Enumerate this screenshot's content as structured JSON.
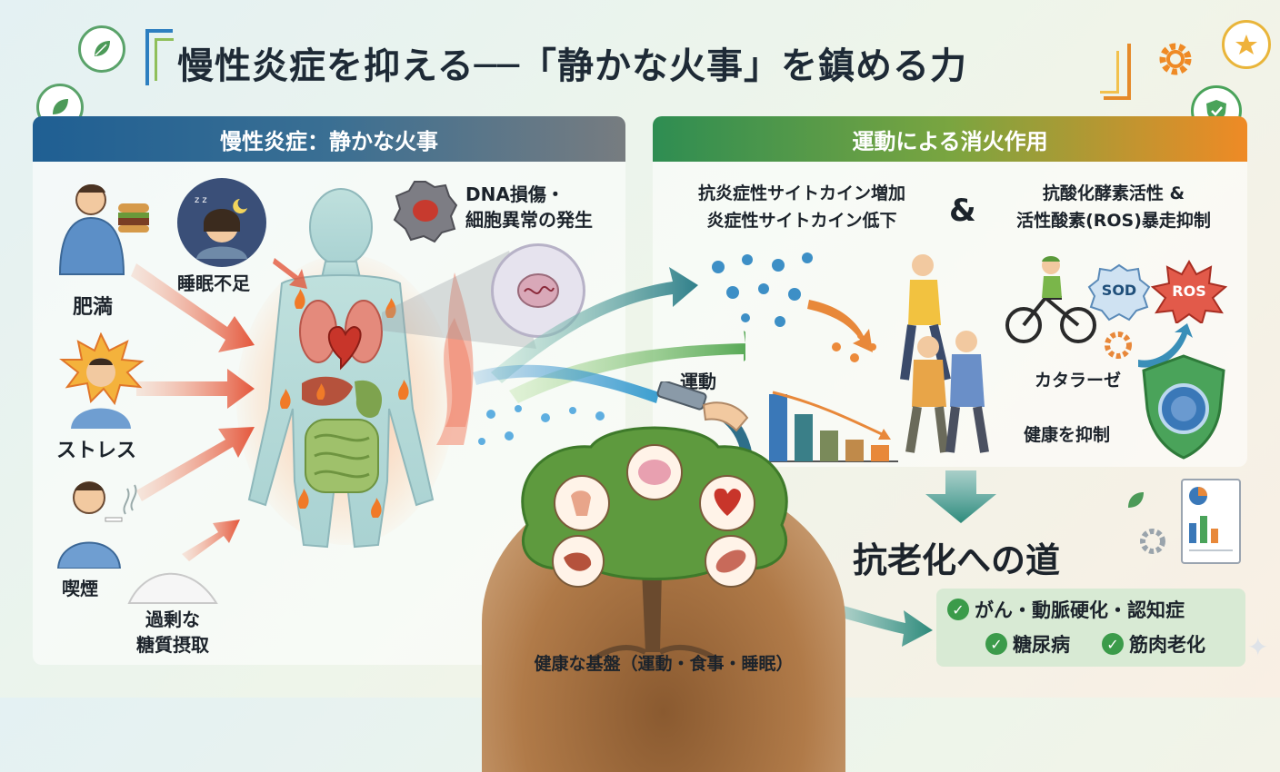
{
  "title": "慢性炎症を抑える──「静かな火事」を鎮める力",
  "left_panel": {
    "header": "慢性炎症：静かな火事",
    "causes": {
      "obesity": "肥満",
      "sleep": "睡眠不足",
      "stress": "ストレス",
      "smoking": "喫煙",
      "sugar_line1": "過剰な",
      "sugar_line2": "糖質摂取"
    },
    "dna_line1": "DNA損傷・",
    "dna_line2": "細胞異常の発生"
  },
  "right_panel": {
    "header": "運動による消火作用",
    "cytokine_line1": "抗炎症性サイトカイン増加",
    "cytokine_line2": "炎症性サイトカイン低下",
    "ampersand": "&",
    "antiox_line1": "抗酸化酵素活性 &",
    "antiox_line2": "活性酸素(ROS)暴走抑制",
    "exercise": "運動",
    "sod": "SOD",
    "ros": "ROS",
    "catalase": "カタラーゼ",
    "suppress": "健康を抑制"
  },
  "road": "抗老化への道",
  "benefits": {
    "line1": "がん・動脈硬化・認知症",
    "item2": "糖尿病",
    "item3": "筋肉老化"
  },
  "foundation": "健康な基盤（運動・食事・睡眠）",
  "colors": {
    "left_header": "#1f5f93",
    "right_header": "#2e8d52",
    "accent_orange": "#ef8a25",
    "check_green": "#3b9b4a"
  }
}
